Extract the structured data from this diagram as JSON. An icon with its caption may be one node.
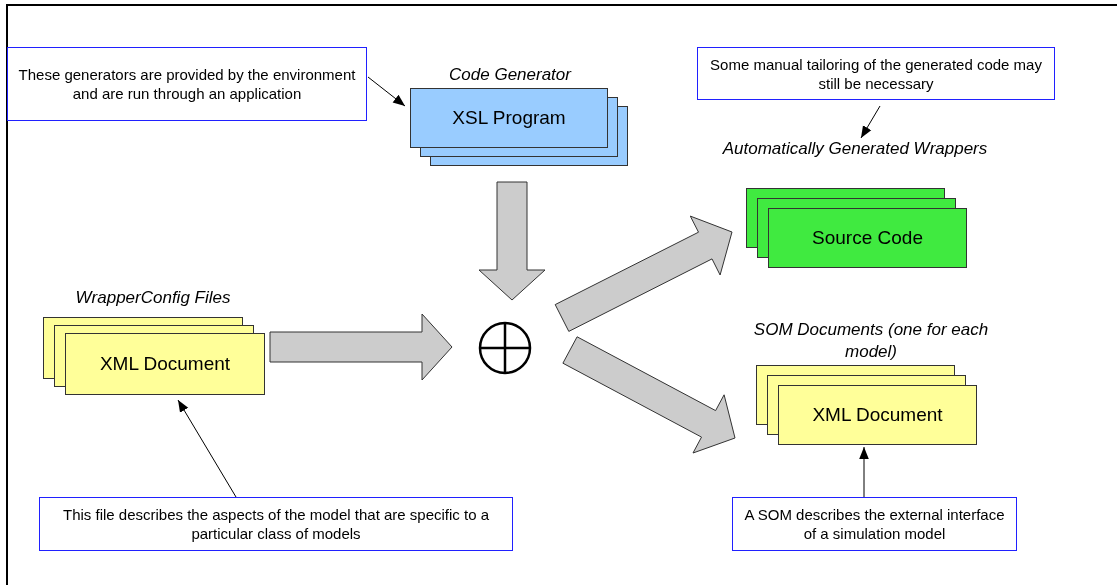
{
  "diagram": {
    "nodes": [
      {
        "text": [
          "These generators are provided by the environment and are run through an application"
        ]
      },
      {
        "text": [
          "Code Generator",
          "XSL Program"
        ]
      },
      {
        "text": [
          "Some manual tailoring of the generated code may still be necessary"
        ]
      },
      {
        "text": [
          "Automatically Generated Wrappers",
          "Source Code"
        ]
      },
      {
        "text": [
          "WrapperConfig Files",
          "XML Document"
        ]
      },
      {
        "text": [],
        "shape": "circle"
      },
      {
        "text": [
          "SOM Documents (one for each model)",
          "XML Document"
        ]
      },
      {
        "text": [
          "This file describes the aspects of the model that are specific to a particular class of models"
        ]
      },
      {
        "text": [
          "A SOM describes the external interface of a simulation model"
        ]
      }
    ],
    "edges": [
      {
        "from": 0,
        "to": 1,
        "arrow": "to"
      },
      {
        "from": 2,
        "to": 3,
        "arrow": "to"
      },
      {
        "from": 7,
        "to": 4,
        "arrow": "to"
      },
      {
        "from": 8,
        "to": 6,
        "arrow": "to"
      },
      {
        "from": 1,
        "to": 5,
        "arrow": "to",
        "style": "thick",
        "color": "#cccccc"
      },
      {
        "from": 4,
        "to": 5,
        "arrow": "to",
        "style": "thick",
        "color": "#cccccc"
      },
      {
        "from": 5,
        "to": 3,
        "arrow": "to",
        "style": "thick",
        "color": "#cccccc"
      },
      {
        "from": 5,
        "to": 6,
        "arrow": "to",
        "style": "thick",
        "color": "#cccccc"
      }
    ]
  }
}
